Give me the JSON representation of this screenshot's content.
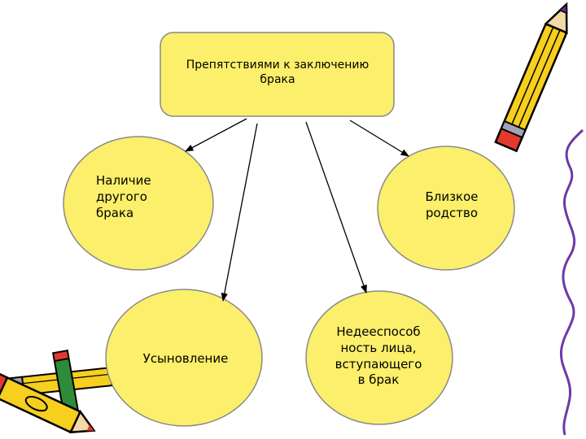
{
  "diagram": {
    "root": {
      "text": "Препятствиями к заключению брака",
      "lines": [
        "Препятствиями к заключению",
        "брака"
      ]
    },
    "nodes": [
      {
        "id": "other-marriage",
        "lines": [
          "Наличие",
          "другого",
          "брака"
        ]
      },
      {
        "id": "close-kinship",
        "lines": [
          "Близкое",
          "родство"
        ]
      },
      {
        "id": "adoption",
        "lines": [
          "Усыновление"
        ]
      },
      {
        "id": "incapacity",
        "lines": [
          "Недееспособ",
          "ность лица,",
          "вступающего",
          "в брак"
        ]
      }
    ],
    "colors": {
      "fill": "#FBEF6B",
      "stroke": "#8A8A8A",
      "arrow": "#000000"
    }
  },
  "decor": [
    "pencil-icon",
    "crayon-icon",
    "pen-icon",
    "wavy-line-icon"
  ]
}
